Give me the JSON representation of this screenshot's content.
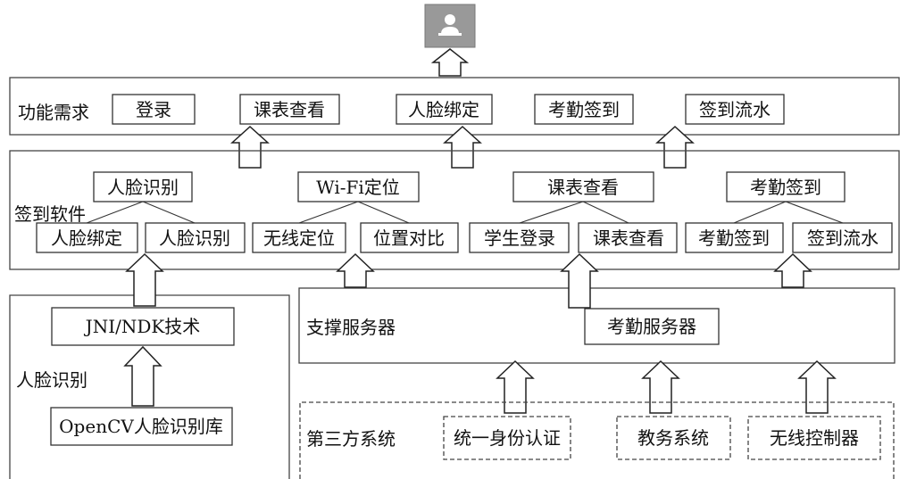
{
  "function_layer": {
    "title": "功能需求",
    "items": [
      "登录",
      "课表查看",
      "人脸绑定",
      "考勤签到",
      "签到流水"
    ]
  },
  "software_layer": {
    "title": "签到软件",
    "modules": [
      {
        "name": "人脸识别",
        "children": [
          "人脸绑定",
          "人脸识别"
        ]
      },
      {
        "name": "Wi-Fi定位",
        "children": [
          "无线定位",
          "位置对比"
        ]
      },
      {
        "name": "课表查看",
        "children": [
          "学生登录",
          "课表查看"
        ]
      },
      {
        "name": "考勤签到",
        "children": [
          "考勤签到",
          "签到流水"
        ]
      }
    ]
  },
  "face_layer": {
    "title": "人脸识别",
    "jni": "JNI/NDK技术",
    "lib": "OpenCV人脸识别库"
  },
  "server_layer": {
    "title": "支撑服务器",
    "server": "考勤服务器"
  },
  "third_party": {
    "title": "第三方系统",
    "items": [
      "统一身份认证",
      "教务系统",
      "无线控制器"
    ]
  },
  "user_icon": "user-computer-icon"
}
